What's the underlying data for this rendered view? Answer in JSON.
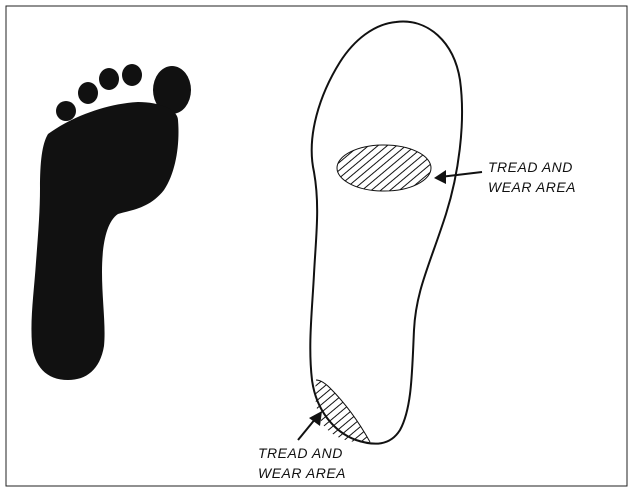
{
  "labels": {
    "upper_callout_line1": "TREAD AND",
    "upper_callout_line2": "WEAR AREA",
    "lower_callout_line1": "TREAD AND",
    "lower_callout_line2": "WEAR AREA"
  },
  "colors": {
    "ink": "#111111",
    "paper": "#ffffff",
    "border": "#222222"
  },
  "icons": {
    "footprint": "footprint-icon",
    "sole": "shoe-sole-icon",
    "arrow": "arrow-icon"
  }
}
